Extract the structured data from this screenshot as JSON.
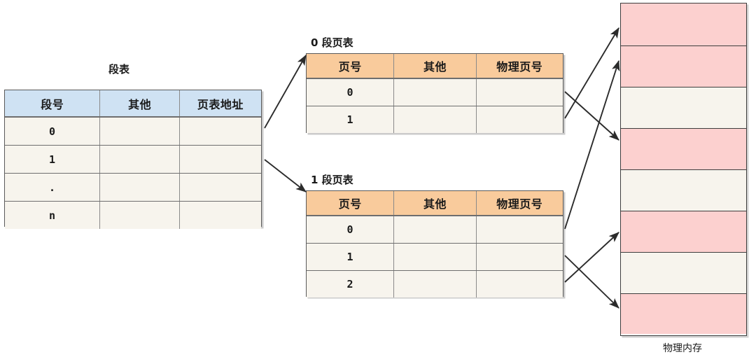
{
  "diagram": {
    "caption": "物理内存",
    "colors": {
      "segment_header": "#cfe2f3",
      "page_header": "#f9cb9c",
      "cell_body": "#f7f4ed",
      "memory_used": "#fcd0cf",
      "memory_free": "#f7f4ed",
      "stroke": "#3d3d3d"
    }
  },
  "segment_table": {
    "title": "段表",
    "headers": [
      "段号",
      "其他",
      "页表地址"
    ],
    "rows": [
      {
        "cells": [
          "0",
          "",
          ""
        ]
      },
      {
        "cells": [
          "1",
          "",
          ""
        ]
      },
      {
        "cells": [
          ".",
          "",
          ""
        ]
      },
      {
        "cells": [
          "n",
          "",
          ""
        ]
      }
    ]
  },
  "page_tables": [
    {
      "title": "0 段页表",
      "headers": [
        "页号",
        "其他",
        "物理页号"
      ],
      "rows": [
        {
          "cells": [
            "0",
            "",
            ""
          ]
        },
        {
          "cells": [
            "1",
            "",
            ""
          ]
        }
      ]
    },
    {
      "title": "1 段页表",
      "headers": [
        "页号",
        "其他",
        "物理页号"
      ],
      "rows": [
        {
          "cells": [
            "0",
            "",
            ""
          ]
        },
        {
          "cells": [
            "1",
            "",
            ""
          ]
        },
        {
          "cells": [
            "2",
            "",
            ""
          ]
        }
      ]
    }
  ],
  "physical_memory": {
    "label": "物理内存",
    "blocks": [
      {
        "index": 0,
        "state": "used"
      },
      {
        "index": 1,
        "state": "used"
      },
      {
        "index": 2,
        "state": "free"
      },
      {
        "index": 3,
        "state": "used"
      },
      {
        "index": 4,
        "state": "free"
      },
      {
        "index": 5,
        "state": "used"
      },
      {
        "index": 6,
        "state": "free"
      },
      {
        "index": 7,
        "state": "used"
      }
    ]
  },
  "connections": [
    {
      "from": "segment-table-row-0",
      "to": "page-table-0"
    },
    {
      "from": "segment-table-row-1",
      "to": "page-table-1"
    },
    {
      "from": "page-table-0-row-0",
      "to": "memory-block-1"
    },
    {
      "from": "page-table-0-row-1",
      "to": "memory-block-3"
    },
    {
      "from": "page-table-1-row-0",
      "to": "memory-block-0"
    },
    {
      "from": "page-table-1-row-1",
      "to": "memory-block-7"
    },
    {
      "from": "page-table-1-row-2",
      "to": "memory-block-5"
    }
  ]
}
